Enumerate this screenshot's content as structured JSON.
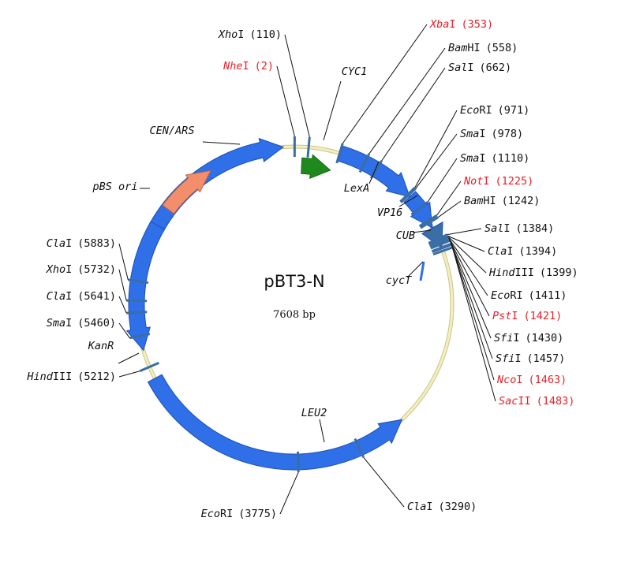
{
  "plasmid": {
    "name": "pBT3-N",
    "size_label": "7608 bp",
    "backbone_color": "#efe9a8",
    "backbone_outline": "#c9c28a"
  },
  "features": [
    {
      "id": "cen-ars",
      "label": "CEN/ARS",
      "color": "#2f6fe8"
    },
    {
      "id": "cyc1",
      "label": "CYC1",
      "color": "#2f6fe8"
    },
    {
      "id": "green-arrow",
      "label": "",
      "color": "#1e8a1e"
    },
    {
      "id": "lexa",
      "label": "LexA",
      "color": "#2f6fe8"
    },
    {
      "id": "vp16",
      "label": "VP16",
      "color": "#2f6fe8"
    },
    {
      "id": "cub",
      "label": "CUB",
      "color": "#3a6ea5"
    },
    {
      "id": "cyct",
      "label": "cycT",
      "color": "#2f6fe8"
    },
    {
      "id": "leu2",
      "label": "LEU2",
      "color": "#2f6fe8"
    },
    {
      "id": "kanr",
      "label": "KanR",
      "color": "#2f6fe8"
    },
    {
      "id": "pbs-ori",
      "label": "pBS ori",
      "color": "#f28e6b"
    }
  ],
  "sites": [
    {
      "enzyme": "Xho",
      "suffix": "I",
      "pos": "(110)",
      "unique": false
    },
    {
      "enzyme": "Nhe",
      "suffix": "I",
      "pos": "(2)",
      "unique": true
    },
    {
      "enzyme": "Xba",
      "suffix": "I",
      "pos": "(353)",
      "unique": true
    },
    {
      "enzyme": "Bam",
      "suffix": "HI",
      "pos": "(558)",
      "unique": false
    },
    {
      "enzyme": "Sal",
      "suffix": "I",
      "pos": "(662)",
      "unique": false
    },
    {
      "enzyme": "Eco",
      "suffix": "RI",
      "pos": "(971)",
      "unique": false
    },
    {
      "enzyme": "Sma",
      "suffix": "I",
      "pos": "(978)",
      "unique": false
    },
    {
      "enzyme": "Sma",
      "suffix": "I",
      "pos": "(1110)",
      "unique": false
    },
    {
      "enzyme": "Not",
      "suffix": "I",
      "pos": "(1225)",
      "unique": true
    },
    {
      "enzyme": "Bam",
      "suffix": "HI",
      "pos": "(1242)",
      "unique": false
    },
    {
      "enzyme": "Sal",
      "suffix": "I",
      "pos": "(1384)",
      "unique": false
    },
    {
      "enzyme": "Cla",
      "suffix": "I",
      "pos": "(1394)",
      "unique": false
    },
    {
      "enzyme": "Hind",
      "suffix": "III",
      "pos": "(1399)",
      "unique": false
    },
    {
      "enzyme": "Eco",
      "suffix": "RI",
      "pos": "(1411)",
      "unique": false
    },
    {
      "enzyme": "Pst",
      "suffix": "I",
      "pos": "(1421)",
      "unique": true
    },
    {
      "enzyme": "Sfi",
      "suffix": "I",
      "pos": "(1430)",
      "unique": false
    },
    {
      "enzyme": "Sfi",
      "suffix": "I",
      "pos": "(1457)",
      "unique": false
    },
    {
      "enzyme": "Nco",
      "suffix": "I",
      "pos": "(1463)",
      "unique": true
    },
    {
      "enzyme": "Sac",
      "suffix": "II",
      "pos": "(1483)",
      "unique": true
    },
    {
      "enzyme": "Cla",
      "suffix": "I",
      "pos": "(3290)",
      "unique": false
    },
    {
      "enzyme": "Eco",
      "suffix": "RI",
      "pos": "(3775)",
      "unique": false
    },
    {
      "enzyme": "Hind",
      "suffix": "III",
      "pos": "(5212)",
      "unique": false
    },
    {
      "enzyme": "Sma",
      "suffix": "I",
      "pos": "(5460)",
      "unique": false
    },
    {
      "enzyme": "Cla",
      "suffix": "I",
      "pos": "(5641)",
      "unique": false
    },
    {
      "enzyme": "Xho",
      "suffix": "I",
      "pos": "(5732)",
      "unique": false
    },
    {
      "enzyme": "Cla",
      "suffix": "I",
      "pos": "(5883)",
      "unique": false
    }
  ]
}
